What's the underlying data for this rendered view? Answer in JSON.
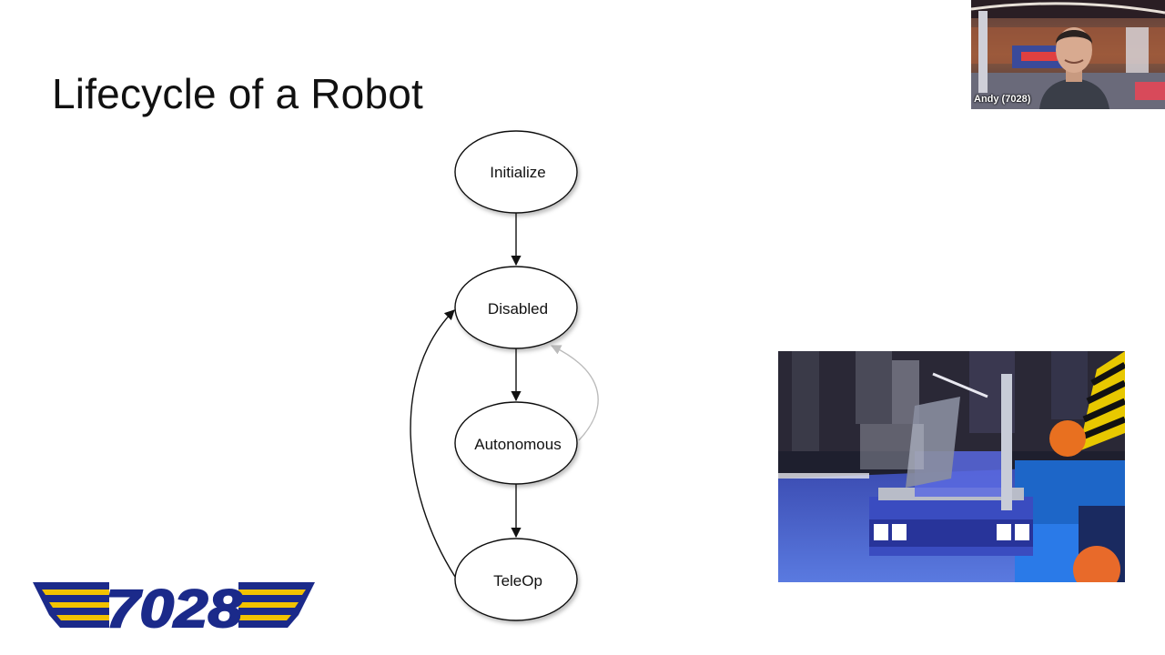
{
  "slide": {
    "title": "Lifecycle of a Robot"
  },
  "diagram": {
    "nodes": [
      {
        "id": "initialize",
        "label": "Initialize"
      },
      {
        "id": "disabled",
        "label": "Disabled"
      },
      {
        "id": "autonomous",
        "label": "Autonomous"
      },
      {
        "id": "teleop",
        "label": "TeleOp"
      }
    ],
    "edges": [
      {
        "from": "initialize",
        "to": "disabled"
      },
      {
        "from": "disabled",
        "to": "autonomous"
      },
      {
        "from": "autonomous",
        "to": "teleop"
      },
      {
        "from": "autonomous",
        "to": "disabled",
        "style": "faint"
      },
      {
        "from": "teleop",
        "to": "disabled"
      }
    ],
    "colors": {
      "edge": "#111111",
      "faint_edge": "#bbbbbb"
    }
  },
  "webcam": {
    "participant_name": "Andy (7028)"
  },
  "logo": {
    "text": "7028",
    "colors": {
      "navy": "#1b2a8a",
      "gold": "#f2c200"
    }
  }
}
